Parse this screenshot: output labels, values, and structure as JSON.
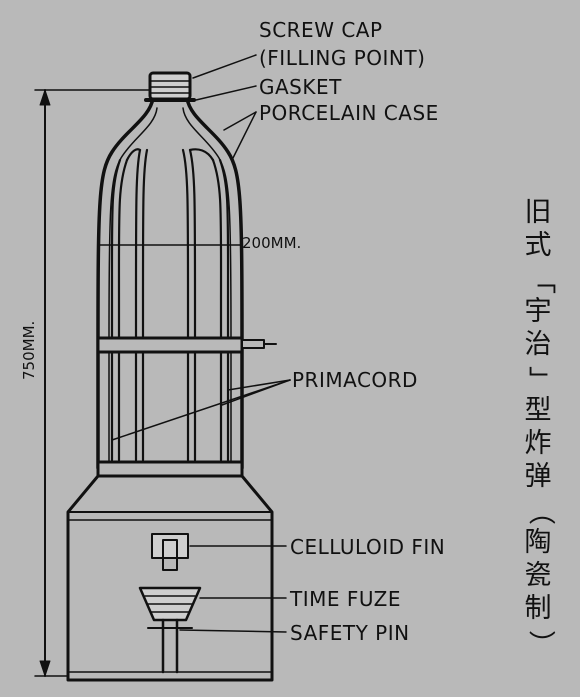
{
  "labels": {
    "screw_cap_line1": "SCREW CAP",
    "screw_cap_line2": "(FILLING POINT)",
    "gasket": "GASKET",
    "porcelain_case": "PORCELAIN CASE",
    "diameter": "200MM.",
    "height": "750MM.",
    "primacord": "PRIMACORD",
    "celluloid_fin": "CELLULOID FIN",
    "time_fuze": "TIME FUZE",
    "safety_pin": "SAFETY PIN"
  },
  "caption": {
    "chars": [
      "旧",
      "式",
      "「",
      "宇",
      "治",
      "」",
      "型",
      "炸",
      "弹",
      "（",
      "陶",
      "瓷",
      "制",
      "）"
    ]
  },
  "colors": {
    "background": "#b9b9b9",
    "ink": "#111111"
  }
}
